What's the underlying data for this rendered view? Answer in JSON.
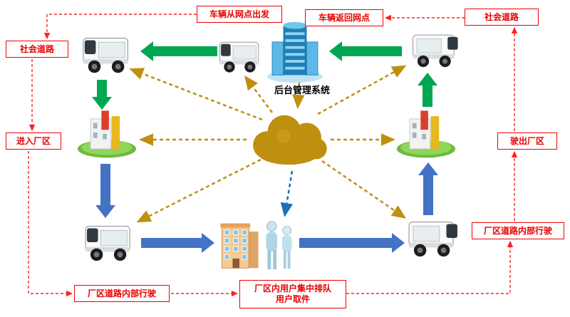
{
  "center": {
    "backend_label": "后台管理系统"
  },
  "flow_labels": {
    "depart": "车辆从网点出发",
    "return_depot": "车辆返回网点",
    "social_road_left": "社会道路",
    "social_road_right": "社会道路",
    "enter_factory": "进入厂区",
    "exit_factory": "驶出厂区",
    "internal_drive_right": "厂区道路内部行驶",
    "internal_drive_bottom": "厂区道路内部行驶",
    "queue_line1": "厂区内用户集中排队",
    "queue_line2": "用户取件"
  },
  "icons": {
    "vehicle": "unmanned-delivery-vehicle",
    "factory": "factory-campus",
    "server": "backend-server-building",
    "cloud": "network-cloud",
    "building": "campus-building",
    "people": "user-queue"
  },
  "colors": {
    "label_red": "#e80000",
    "green_arrow": "#00a651",
    "blue_arrow": "#4472c4",
    "gold_link": "#bf8f10",
    "blue_link": "#1f6fb5",
    "red_link": "#ff2222",
    "cloud": "#bf8f10"
  }
}
